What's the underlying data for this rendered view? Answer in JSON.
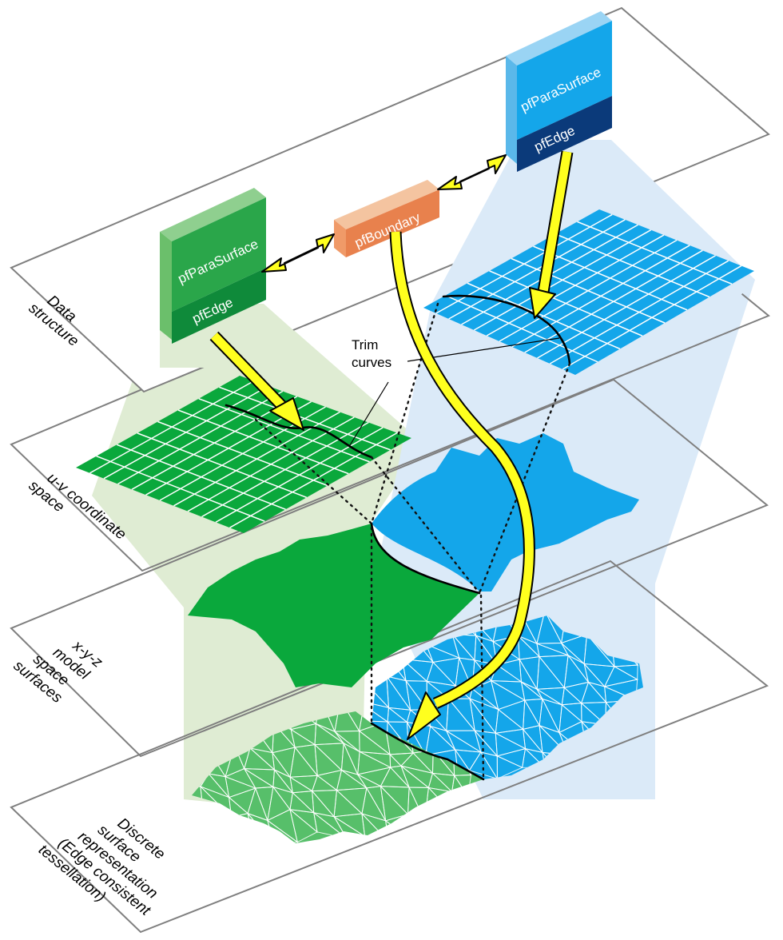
{
  "colors": {
    "green_dark": "#0f8a3a",
    "green_mid": "#0aa83c",
    "green_light": "#dfecd3",
    "blue_mid": "#14a6ea",
    "blue_dark": "#0b2f6e",
    "blue_light": "#dbeaf8",
    "orange": "#e8814d",
    "yellow_arrow": "#ffff1e"
  },
  "boxes": {
    "left_surface": "pfParaSurface",
    "left_edge": "pfEdge",
    "boundary": "pfBoundary",
    "right_surface": "pfParaSurface",
    "right_edge": "pfEdge"
  },
  "callout": {
    "line1": "Trim",
    "line2": "curves"
  },
  "planes": [
    {
      "id": "data",
      "lines": [
        "Data",
        "structure"
      ]
    },
    {
      "id": "uv",
      "lines": [
        "u-v coordinate",
        "space"
      ]
    },
    {
      "id": "xyz",
      "lines": [
        "x-y-z",
        "model",
        "space",
        "surfaces"
      ]
    },
    {
      "id": "discrete",
      "lines": [
        "Discrete",
        "surface",
        "representation",
        "(Edge consistent",
        "tessellation)"
      ]
    }
  ],
  "icons": {
    "double_arrow": "yellow-double-arrow",
    "single_arrow": "yellow-arrow"
  }
}
